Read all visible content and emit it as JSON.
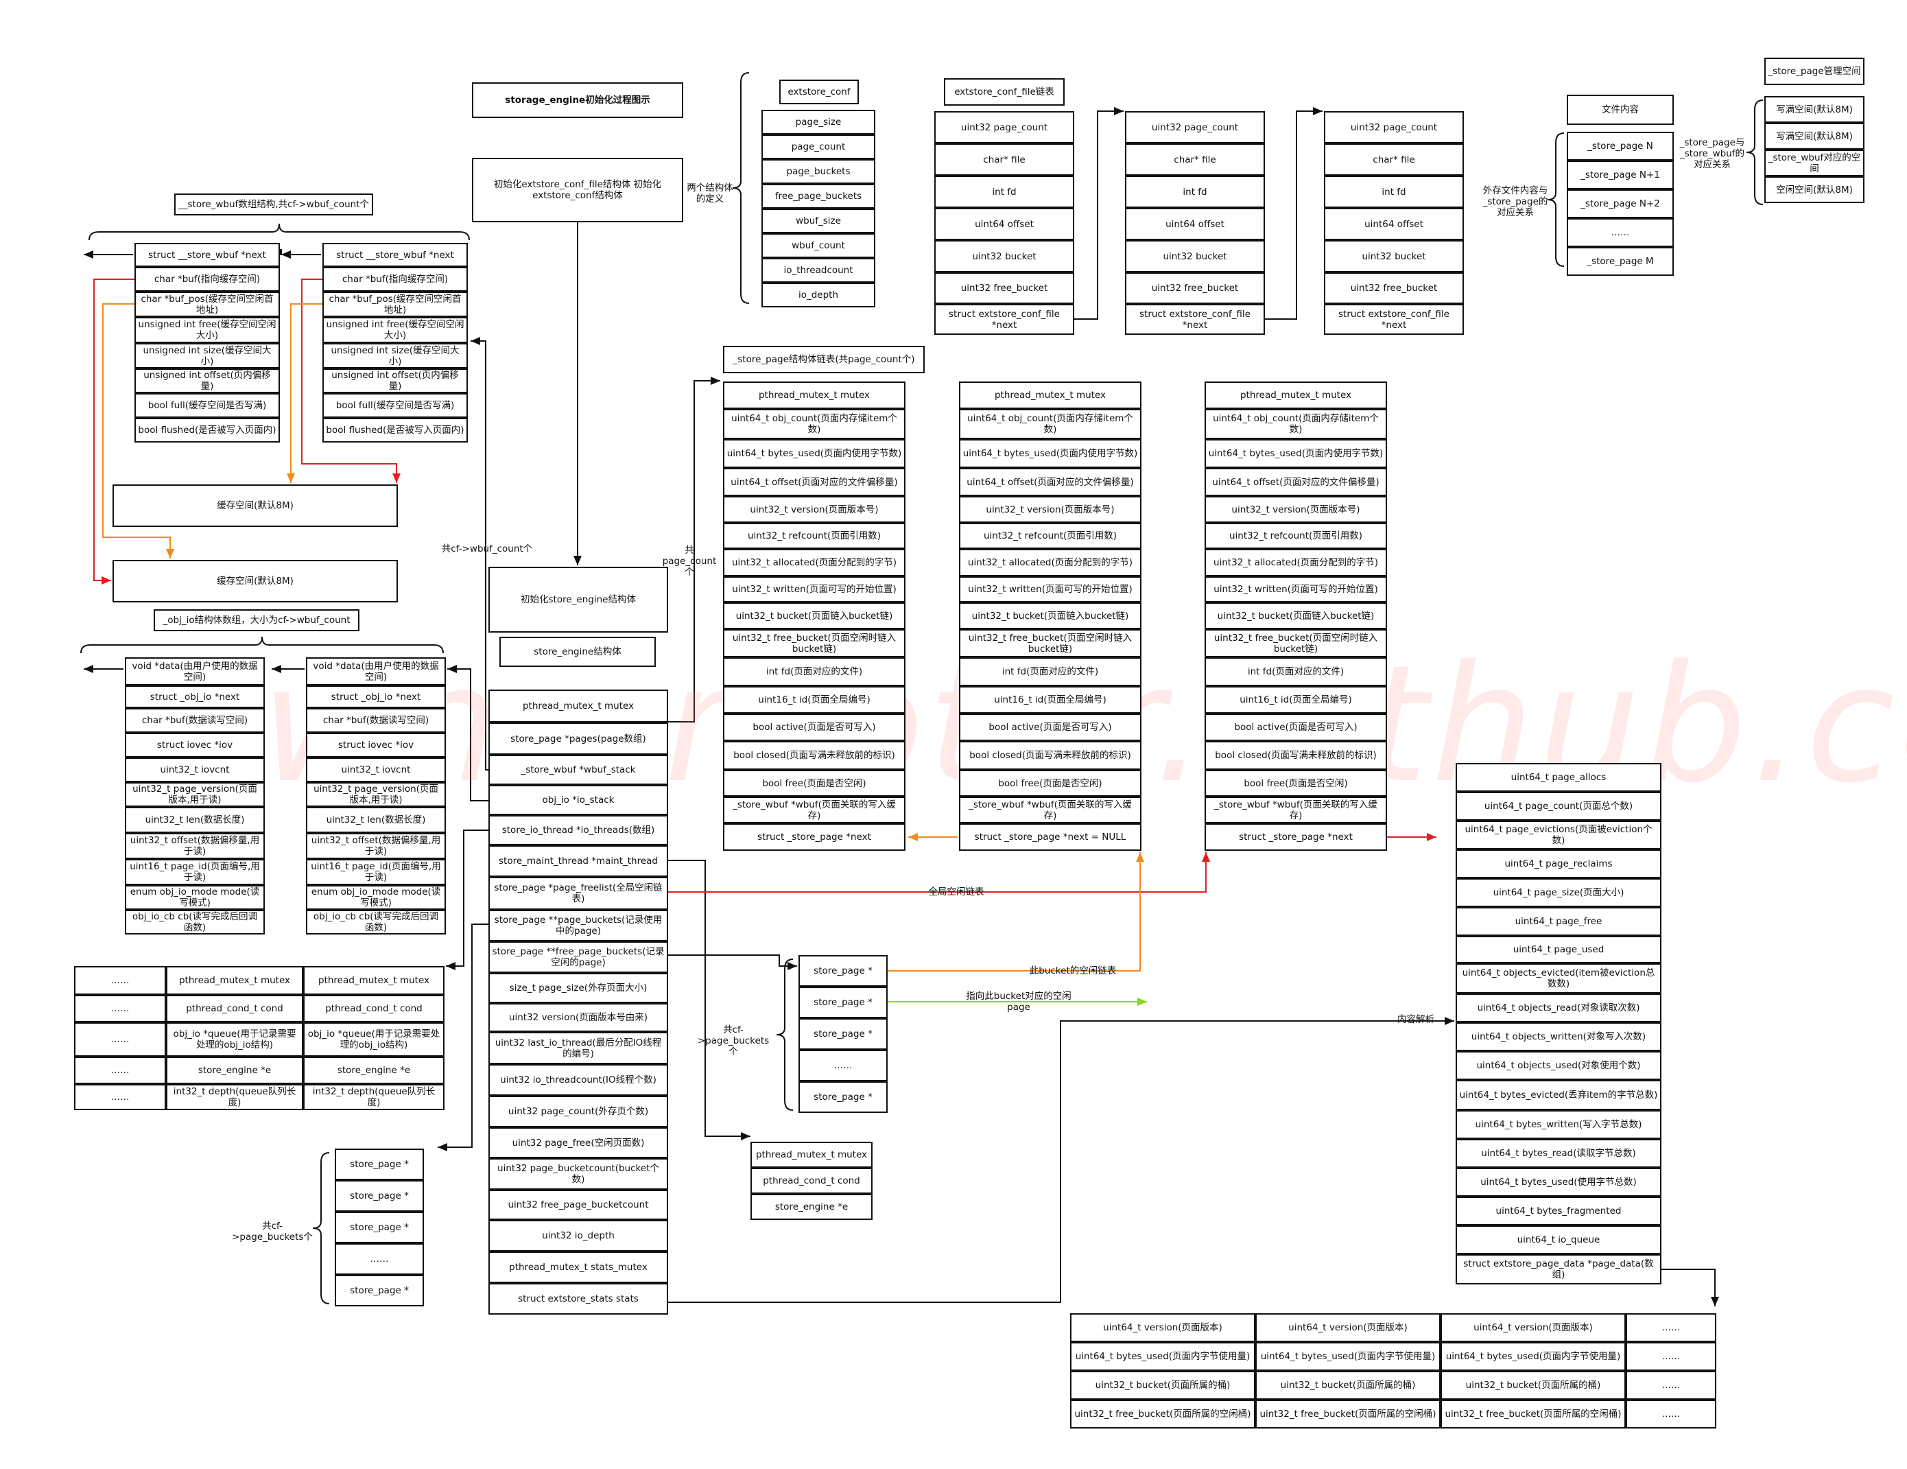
{
  "title": "storage_engine初始化过程图示",
  "watermark": "whmmotar.github.com",
  "colors": {
    "red": "#e02020",
    "orange": "#f28b1c",
    "green": "#8bd621",
    "line": "#111111"
  },
  "init": {
    "step1": "初始化extstore_conf_file结构体 初始化extstore_conf结构体",
    "step2": "初始化store_engine结构体",
    "engine_label": "store_engine结构体"
  },
  "extstore_conf": {
    "label": "extstore_conf",
    "brace_note": "两个结构体的定义",
    "fields": [
      "page_size",
      "page_count",
      "page_buckets",
      "free_page_buckets",
      "wbuf_size",
      "wbuf_count",
      "io_threadcount",
      "io_depth"
    ]
  },
  "conf_file": {
    "label": "extstore_conf_file链表",
    "fields": [
      "uint32 page_count",
      "char* file",
      "int fd",
      "uint64 offset",
      "uint32 bucket",
      "uint32 free_bucket",
      "struct extstore_conf_file *next"
    ]
  },
  "file_map": {
    "label": "文件内容",
    "note": "外存文件内容与_store_page的对应关系",
    "pages": [
      "_store_page N",
      "_store_page N+1",
      "_store_page N+2",
      "……",
      "_store_page M"
    ],
    "relation_note": "_store_page与_store_wbuf的对应关系"
  },
  "page_mgmt": {
    "label": "_store_page管理空间",
    "items": [
      "写满空间(默认8M)",
      "写满空间(默认8M)",
      "_store_wbuf对应的空间",
      "空闲空间(默认8M)"
    ]
  },
  "wbuf": {
    "label": "__store_wbuf数组结构,共cf->wbuf_count个",
    "fields": [
      "struct __store_wbuf *next",
      "char *buf(指向缓存空间)",
      "char *buf_pos(缓存空间空闲首地址)",
      "unsigned int free(缓存空间空闲大小)",
      "unsigned int size(缓存空间大小)",
      "unsigned int offset(页内偏移量)",
      "bool full(缓存空间是否写满)",
      "bool flushed(是否被写入页面内)"
    ],
    "buffer": "缓存空间(默认8M)",
    "count_note": "共cf->wbuf_count个"
  },
  "obj_io": {
    "label": "_obj_io结构体数组，大小为cf->wbuf_count",
    "fields": [
      "void *data(由用户使用的数据空间)",
      "struct _obj_io *next",
      "char *buf(数据读写空间)",
      "struct iovec *iov",
      "uint32_t iovcnt",
      "uint32_t page_version(页面版本,用于读)",
      "uint32_t len(数据长度)",
      "uint32_t offset(数据偏移量,用于读)",
      "uint16_t page_id(页面编号,用于读)",
      "enum obj_io_mode mode(读写模式)",
      "obj_io_cb cb(读写完成后回调函数)"
    ]
  },
  "io_threads": {
    "col0": [
      "……",
      "……",
      "……",
      "……",
      "……"
    ],
    "col1": [
      "pthread_mutex_t mutex",
      "pthread_cond_t cond",
      "obj_io *queue(用于记录需要处理的obj_io结构)",
      "store_engine *e",
      "int32_t depth(queue队列长度)"
    ],
    "col2": [
      "pthread_mutex_t mutex",
      "pthread_cond_t cond",
      "obj_io *queue(用于记录需要处理的obj_io结构)",
      "store_engine *e",
      "int32_t depth(queue队列长度)"
    ]
  },
  "engine": {
    "fields": [
      "pthread_mutex_t mutex",
      "store_page *pages(page数组)",
      "_store_wbuf *wbuf_stack",
      "obj_io *io_stack",
      "store_io_thread *io_threads(数组)",
      "store_maint_thread *maint_thread",
      "store_page *page_freelist(全局空闲链表)",
      "store_page **page_buckets(记录使用中的page)",
      "store_page **free_page_buckets(记录空闲的page)",
      "size_t page_size(外存页面大小)",
      "uint32 version(页面版本号由来)",
      "uint32 last_io_thread(最后分配IO线程的编号)",
      "uint32 io_threadcount(IO线程个数)",
      "uint32 page_count(外存页个数)",
      "uint32 page_free(空闲页面数)",
      "uint32 page_bucketcount(bucket个数)",
      "uint32 free_page_bucketcount",
      "uint32 io_depth",
      "pthread_mutex_t stats_mutex",
      "struct extstore_stats stats"
    ]
  },
  "pages": {
    "label": "_store_page结构体链表(共page_count个)",
    "count_note": "共page_count个",
    "fields": [
      "pthread_mutex_t mutex",
      "uint64_t obj_count(页面内存储item个数)",
      "uint64_t bytes_used(页面内使用字节数)",
      "uint64_t offset(页面对应的文件偏移量)",
      "uint32_t version(页面版本号)",
      "uint32_t refcount(页面引用数)",
      "uint32_t allocated(页面分配到的字节)",
      "uint32_t written(页面可写的开始位置)",
      "uint32_t bucket(页面链入bucket链)",
      "uint32_t free_bucket(页面空闲时链入bucket链)",
      "int fd(页面对应的文件)",
      "uint16_t id(页面全局编号)",
      "bool active(页面是否可写入)",
      "bool closed(页面写满未释放前的标识)",
      "bool free(页面是否空闲)",
      "_store_wbuf *wbuf(页面关联的写入缓存)"
    ],
    "next_left": "struct _store_page *next",
    "next_mid": "struct _store_page *next = NULL",
    "next_right": "struct _store_page *next"
  },
  "free_list_label": "全局空闲链表",
  "free_buckets": {
    "brace_note": "共cf->page_buckets个",
    "items": [
      "store_page *",
      "store_page *",
      "store_page *",
      "……",
      "store_page *"
    ],
    "orange_label": "此bucket的空闲链表",
    "green_label": "指向此bucket对应的空闲page"
  },
  "page_buckets": {
    "brace_note": "共cf->page_buckets个",
    "items": [
      "store_page *",
      "store_page *",
      "store_page *",
      "……",
      "store_page *"
    ]
  },
  "maint": {
    "fields": [
      "pthread_mutex_t mutex",
      "pthread_cond_t cond",
      "store_engine *e"
    ]
  },
  "stats": {
    "label": "内容解析",
    "fields": [
      "uint64_t page_allocs",
      "uint64_t page_count(页面总个数)",
      "uint64_t page_evictions(页面被eviction个数)",
      "uint64_t page_reclaims",
      "uint64_t page_size(页面大小)",
      "uint64_t page_free",
      "uint64_t page_used",
      "uint64_t objects_evicted(item被eviction总数数)",
      "uint64_t objects_read(对象读取次数)",
      "uint64_t objects_written(对象写入次数)",
      "uint64_t objects_used(对象使用个数)",
      "uint64_t bytes_evicted(丢弃item的字节总数)",
      "uint64_t bytes_written(写入字节总数)",
      "uint64_t bytes_read(读取字节总数)",
      "uint64_t bytes_used(使用字节总数)",
      "uint64_t bytes_fragmented",
      "uint64_t io_queue",
      "struct extstore_page_data *page_data(数组)"
    ]
  },
  "page_data": {
    "col0": [
      "uint64_t version(页面版本)",
      "uint64_t bytes_used(页面内字节使用量)",
      "uint32_t bucket(页面所属的桶)",
      "uint32_t free_bucket(页面所属的空闲桶)"
    ],
    "col1": [
      "uint64_t version(页面版本)",
      "uint64_t bytes_used(页面内字节使用量)",
      "uint32_t bucket(页面所属的桶)",
      "uint32_t free_bucket(页面所属的空闲桶)"
    ],
    "col2": [
      "uint64_t version(页面版本)",
      "uint64_t bytes_used(页面内字节使用量)",
      "uint32_t bucket(页面所属的桶)",
      "uint32_t free_bucket(页面所属的空闲桶)"
    ],
    "col3": [
      "……",
      "……",
      "……",
      "……"
    ]
  }
}
